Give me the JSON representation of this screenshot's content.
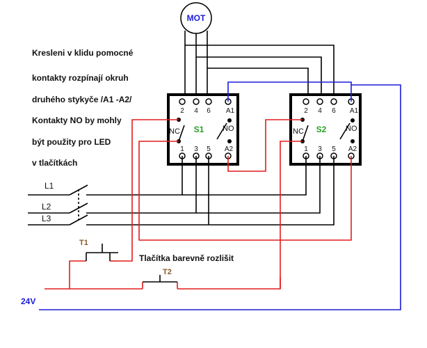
{
  "motor": {
    "label": "MOT"
  },
  "notes": [
    "Kresleni v klidu pomocné",
    "kontakty rozpínají okruh",
    "druhého stykyče /A1 -A2/",
    "Kontakty NO by mohly",
    "být použity pro LED",
    "v tlačítkách"
  ],
  "contactors": [
    {
      "name": "S1",
      "top_pins": [
        "2",
        "4",
        "6",
        "A1"
      ],
      "bottom_pins": [
        "1",
        "3",
        "5",
        "A2"
      ],
      "nc_label": "NC",
      "no_label": "NO"
    },
    {
      "name": "S2",
      "top_pins": [
        "2",
        "4",
        "6",
        "A1"
      ],
      "bottom_pins": [
        "1",
        "3",
        "5",
        "A2"
      ],
      "nc_label": "NC",
      "no_label": "NO"
    }
  ],
  "lines": [
    "L1",
    "L2",
    "L3"
  ],
  "buttons": [
    "T1",
    "T2"
  ],
  "button_note": "Tlačítka barevně rozlišit",
  "supply_label": "24V",
  "colors": {
    "power_wire": "#000000",
    "control_wire": "#e31c1c",
    "supply_wire": "#1c1cd8",
    "contactor_label": "#2aa02a",
    "motor_label": "#1c1cd8",
    "button_label": "#8a5a2a"
  }
}
